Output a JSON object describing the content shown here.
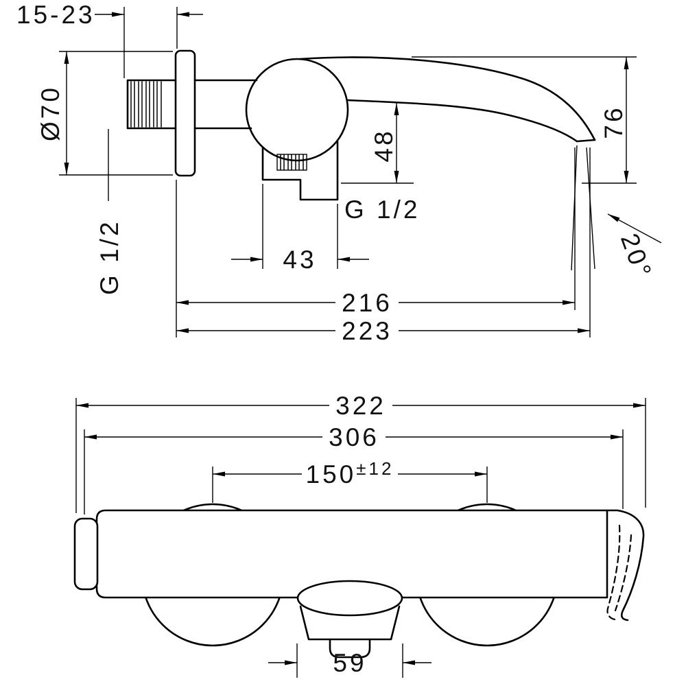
{
  "side_view": {
    "wall_range": "15-23",
    "flange_diameter": "Ø70",
    "inlet_thread": "G 1/2",
    "bottom_thread": "G 1/2",
    "spout_clearance": "48",
    "outlet_drop": "76",
    "lower_body_width": "43",
    "spout_reach": "216",
    "overall_depth": "223",
    "spout_angle": "20°"
  },
  "front_view": {
    "overall_width": "322",
    "body_width": "306",
    "hose_centers": "150",
    "hose_centers_tolerance": "±12",
    "outlet_width": "59"
  }
}
